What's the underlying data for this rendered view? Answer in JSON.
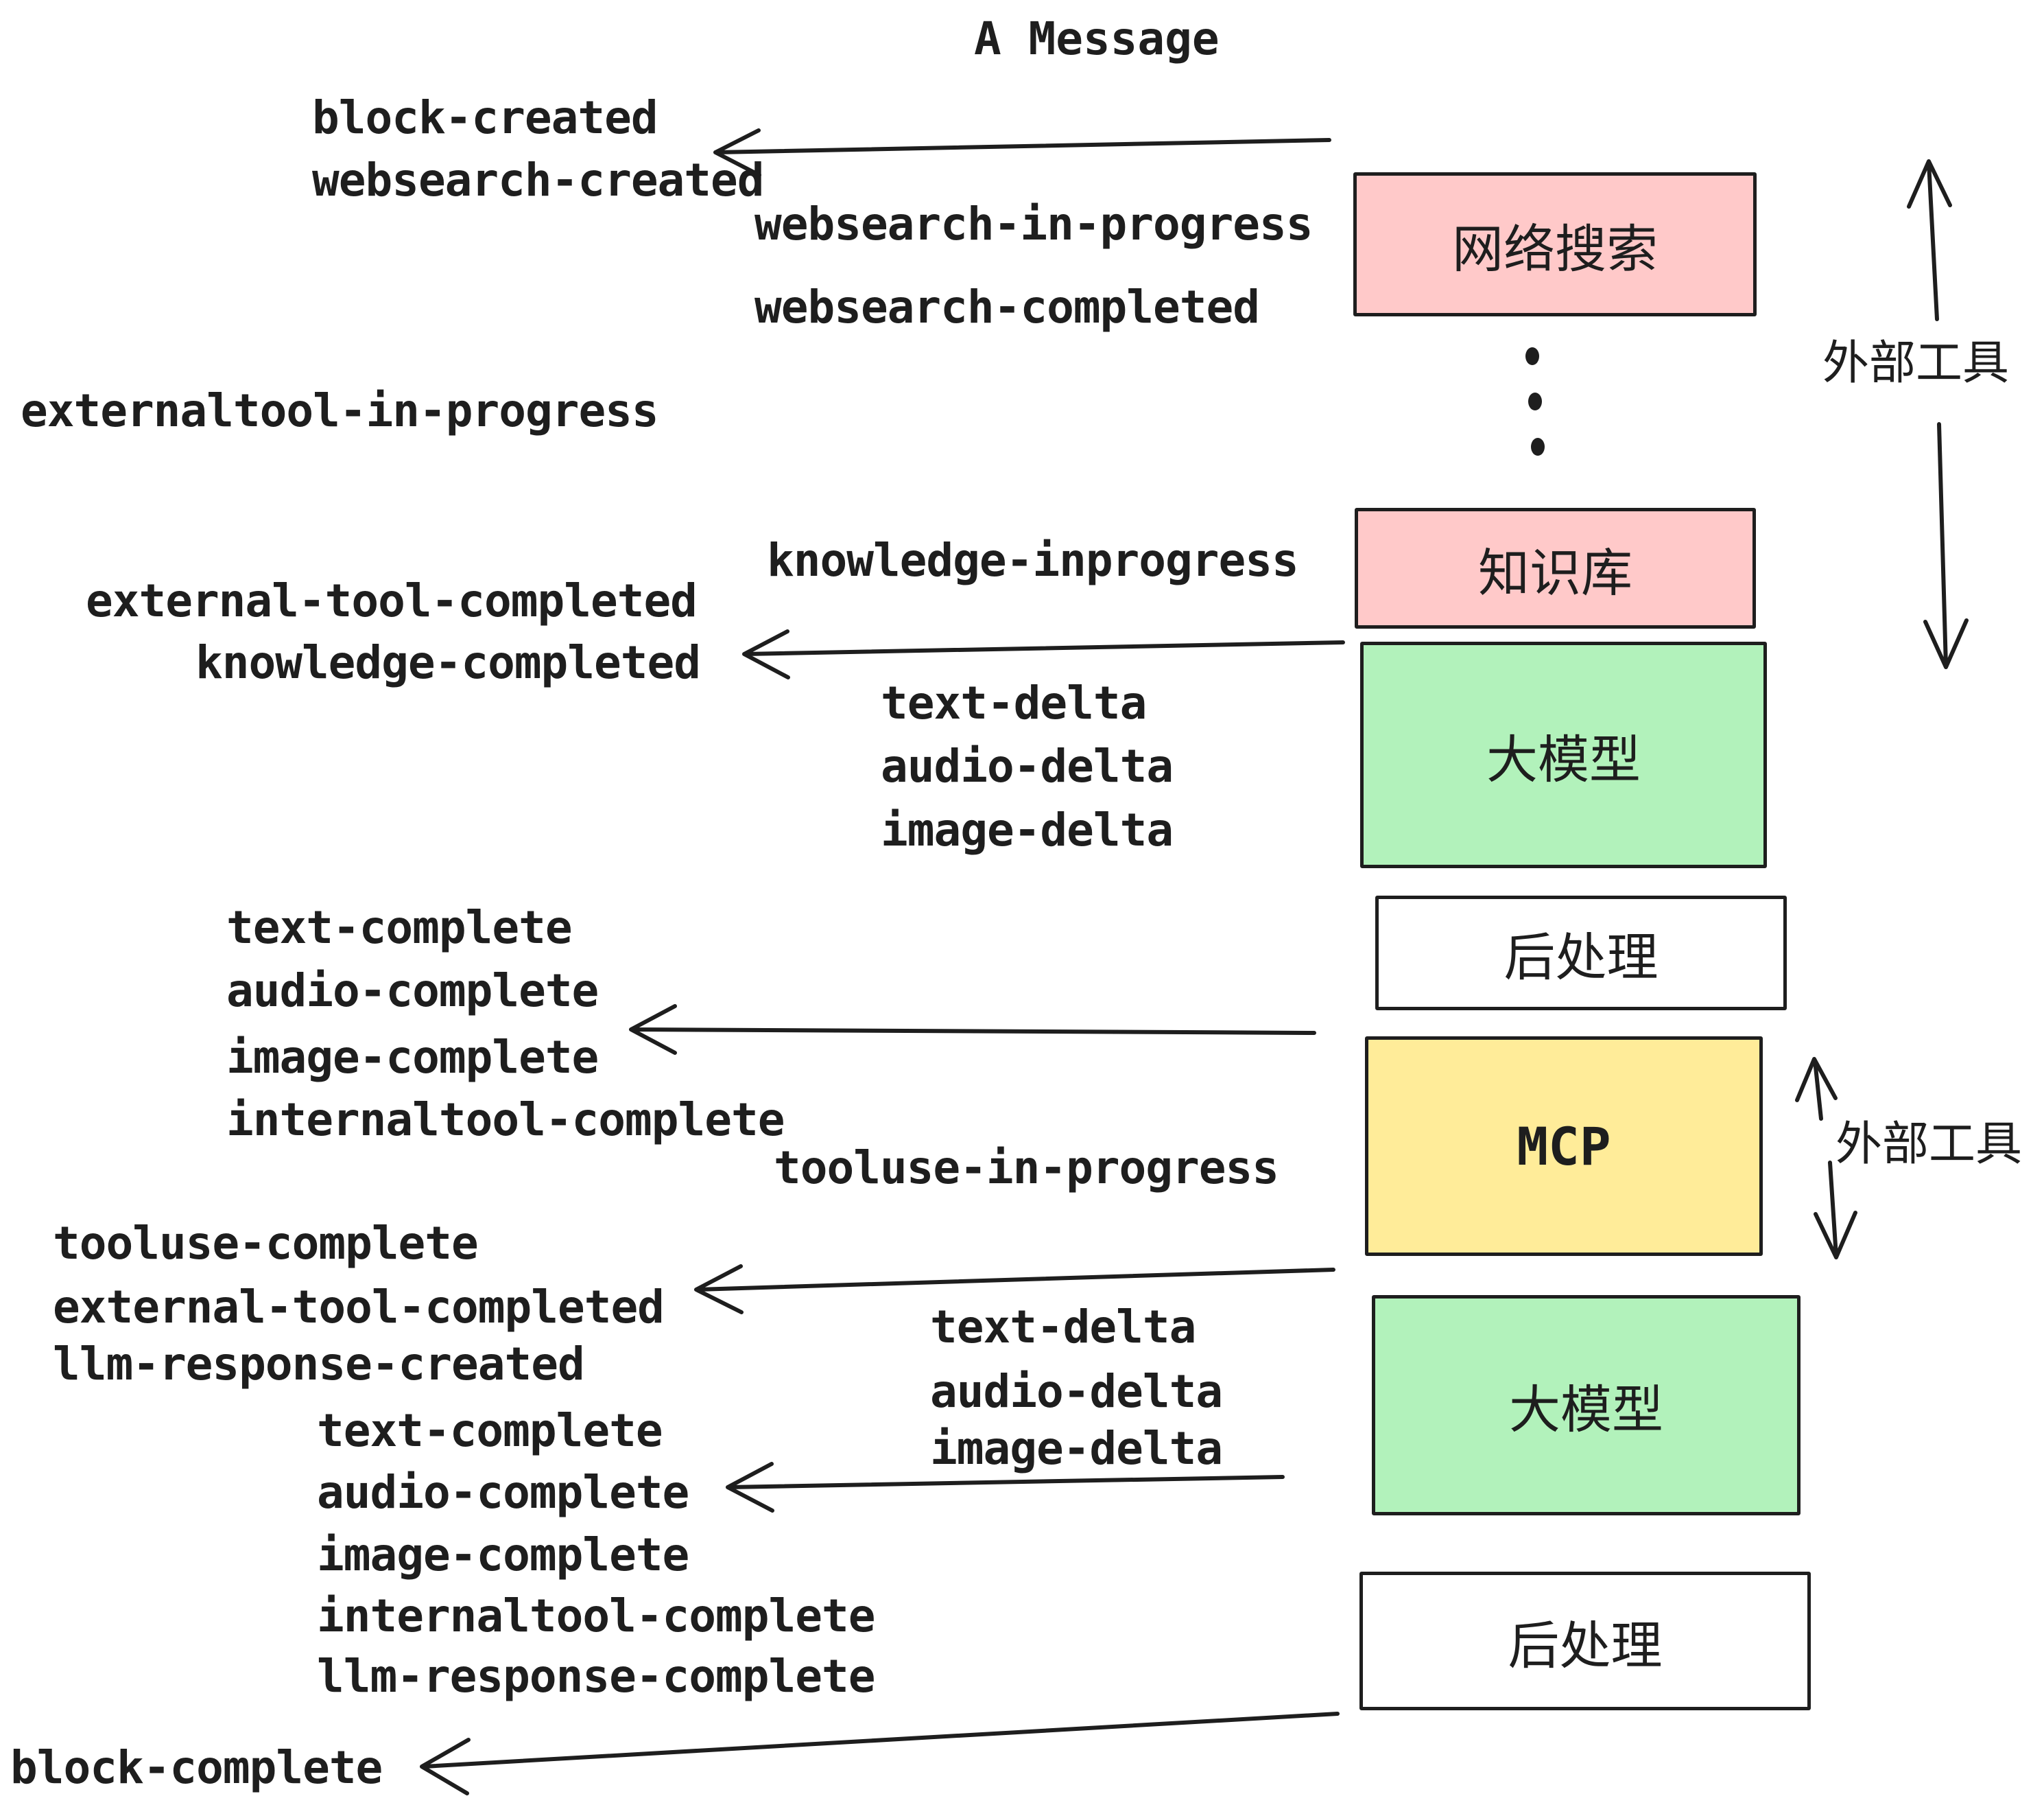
{
  "title": "A Message",
  "boxes": [
    {
      "id": "websearch",
      "label": "网络搜索",
      "fill": "#ffc9c9"
    },
    {
      "id": "knowledge",
      "label": "知识库",
      "fill": "#ffc9c9"
    },
    {
      "id": "llm-1",
      "label": "大模型",
      "fill": "#b2f2bb"
    },
    {
      "id": "post-1",
      "label": "后处理",
      "fill": "#ffffff"
    },
    {
      "id": "mcp",
      "label": "MCP",
      "fill": "#ffec99"
    },
    {
      "id": "llm-2",
      "label": "大模型",
      "fill": "#b2f2bb"
    },
    {
      "id": "post-2",
      "label": "后处理",
      "fill": "#ffffff"
    }
  ],
  "events": {
    "block_created": "block-created",
    "websearch_created": "websearch-created",
    "websearch_in_progress": "websearch-in-progress",
    "websearch_completed": "websearch-completed",
    "externaltool_in_progress": "externaltool-in-progress",
    "knowledge_inprogress": "knowledge-inprogress",
    "external_tool_completed_1": "external-tool-completed",
    "knowledge_completed": "knowledge-completed",
    "text_delta_1": "text-delta",
    "audio_delta_1": "audio-delta",
    "image_delta_1": "image-delta",
    "text_complete_1": "text-complete",
    "audio_complete_1": "audio-complete",
    "image_complete_1": "image-complete",
    "internaltool_complete_1": "internaltool-complete",
    "tooluse_in_progress": "tooluse-in-progress",
    "tooluse_complete": "tooluse-complete",
    "external_tool_completed_2": "external-tool-completed",
    "llm_response_created": "llm-response-created",
    "text_delta_2": "text-delta",
    "audio_delta_2": "audio-delta",
    "image_delta_2": "image-delta",
    "text_complete_2": "text-complete",
    "audio_complete_2": "audio-complete",
    "image_complete_2": "image-complete",
    "internaltool_complete_2": "internaltool-complete",
    "llm_response_complete": "llm-response-complete",
    "block_complete": "block-complete"
  },
  "annotations": {
    "external_tools_top": "外部工具",
    "external_tools_mcp": "外部工具"
  },
  "colors": {
    "ink": "#1e1e1e",
    "pink": "#ffc9c9",
    "green": "#b2f2bb",
    "yellow": "#ffec99",
    "white": "#ffffff",
    "background": "#ffffff"
  }
}
